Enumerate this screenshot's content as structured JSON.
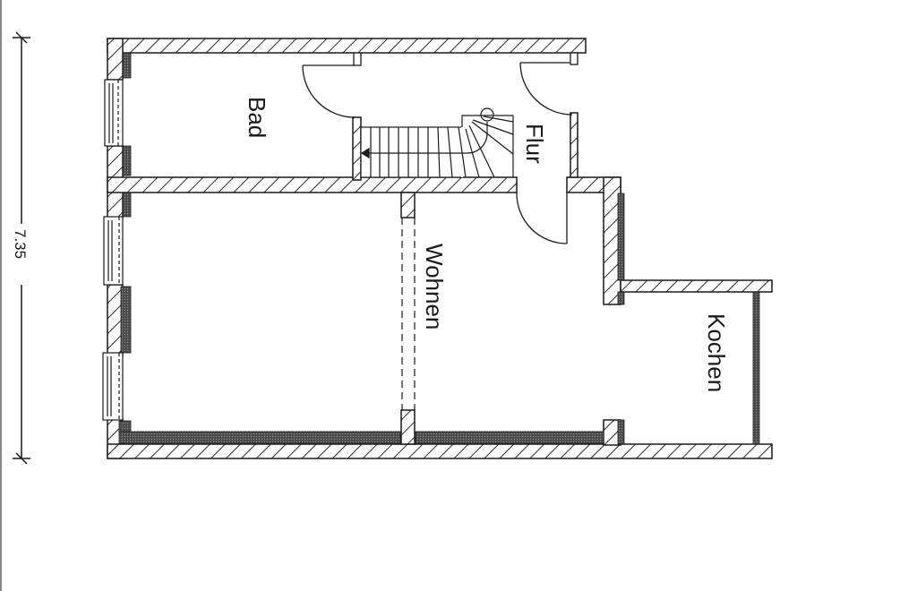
{
  "plan": {
    "orientation": "rotated 90deg clockwise",
    "colors": {
      "line": "#1a1a1a",
      "hatch": "#2a2a2a",
      "insulation": "#3a3a3a",
      "background": "#ffffff"
    }
  },
  "dimension": {
    "value": "7.35"
  },
  "rooms": [
    {
      "id": "bad",
      "label": "Bad"
    },
    {
      "id": "flur",
      "label": "Flur"
    },
    {
      "id": "wohnen",
      "label": "Wohnen"
    },
    {
      "id": "kochen",
      "label": "Kochen"
    }
  ],
  "features": {
    "stair": {
      "label": "staircase",
      "arrow": "down"
    },
    "windows": 3,
    "doors": 3
  }
}
